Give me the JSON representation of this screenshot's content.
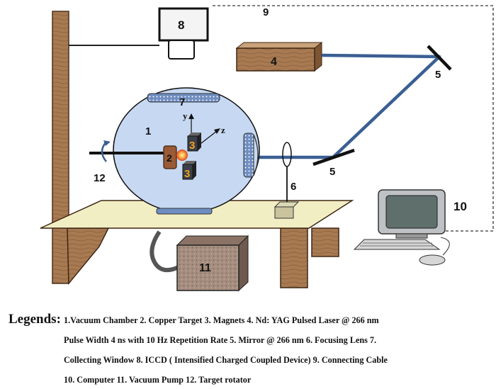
{
  "labels": {
    "vacuum_chamber": "1",
    "copper_target": "2",
    "magnet_top": "3",
    "magnet_bottom": "3",
    "laser": "4",
    "mirror_top": "5",
    "mirror_bottom": "5",
    "focusing_lens": "6",
    "collecting_window": "7",
    "iccd": "8",
    "connecting_cable": "9",
    "computer": "10",
    "vacuum_pump": "11",
    "target_rotator": "12",
    "axis_y": "y",
    "axis_z": "z"
  },
  "colors": {
    "beam": "#3a5f93",
    "wood": "#9a6a44",
    "table_top": "#f2eec4",
    "chamber": "#c7d9f2",
    "magnet_text": "#f2a51a"
  },
  "legend": {
    "title": "Legends:",
    "line1": "1.Vacuum Chamber 2. Copper Target 3. Magnets 4. Nd: YAG  Pulsed Laser @ 266 nm",
    "line2": "Pulse Width 4 ns with 10 Hz Repetition Rate 5. Mirror @ 266 nm 6. Focusing Lens 7.",
    "line3": "Collecting Window  8. ICCD ( Intensified Charged Coupled Device) 9. Connecting Cable",
    "line4": "10. Computer  11. Vacuum Pump 12. Target rotator"
  }
}
